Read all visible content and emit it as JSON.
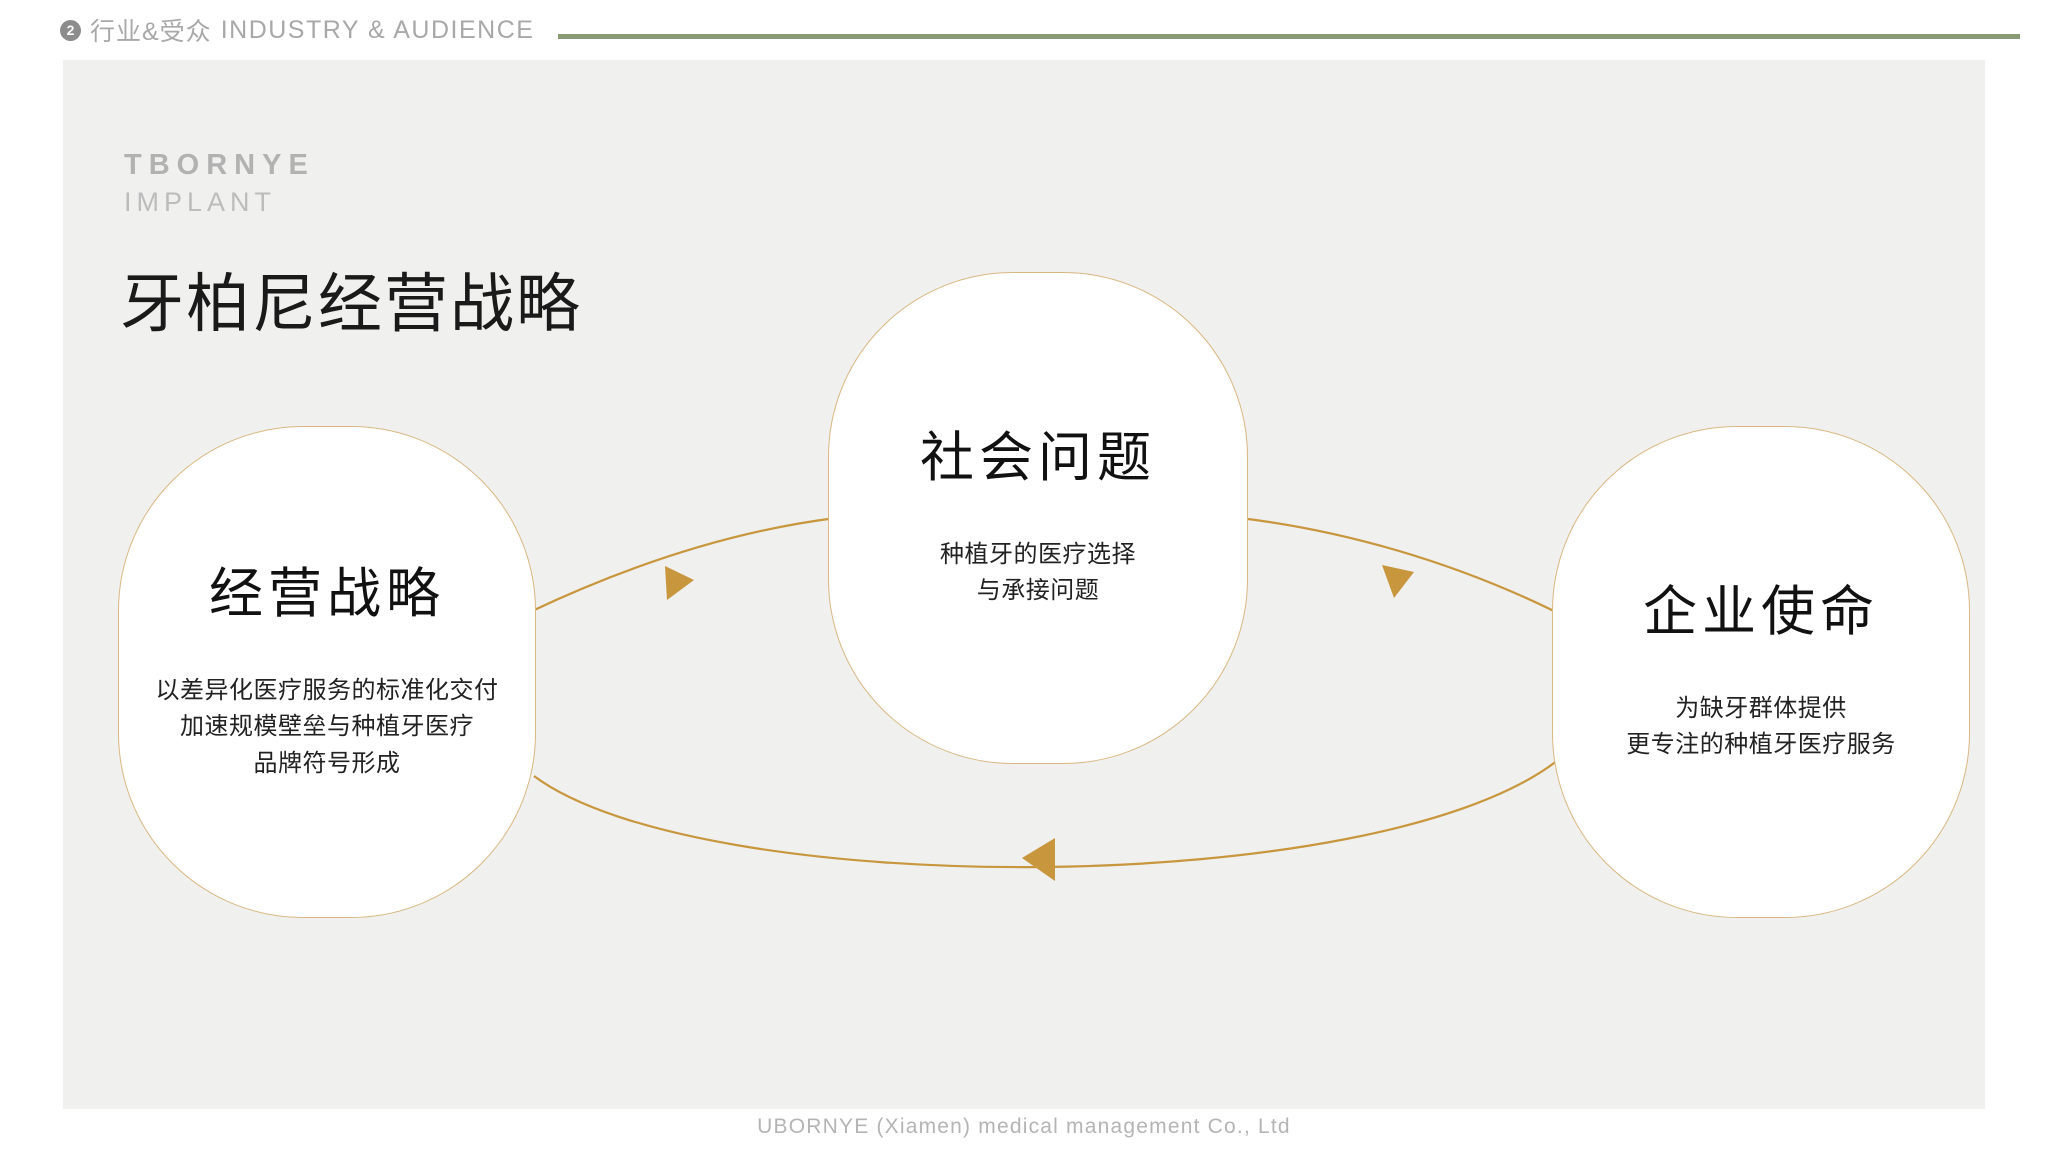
{
  "header": {
    "badge": "2",
    "title_cn": "行业&受众",
    "title_en": "INDUSTRY & AUDIENCE",
    "rule_color": "#879a74"
  },
  "brand": {
    "name": "TBORNYE",
    "sub": "IMPLANT"
  },
  "page_title": "牙柏尼经营战略",
  "diagram": {
    "accent_color": "#c8963c",
    "card_border_color": "#d9b882",
    "cards": [
      {
        "id": "business-strategy",
        "title": "经营战略",
        "lines": [
          "以差异化医疗服务的标准化交付",
          "加速规模壁垒与种植牙医疗",
          "品牌符号形成"
        ]
      },
      {
        "id": "social-problem",
        "title": "社会问题",
        "lines": [
          "种植牙的医疗选择",
          "与承接问题"
        ]
      },
      {
        "id": "corporate-mission",
        "title": "企业使命",
        "lines": [
          "为缺牙群体提供",
          "更专注的种植牙医疗服务"
        ]
      }
    ],
    "connectors": [
      {
        "id": "left-to-center",
        "direction": "right"
      },
      {
        "id": "center-to-right",
        "direction": "right"
      },
      {
        "id": "right-to-left",
        "direction": "left"
      }
    ]
  },
  "footer": "UBORNYE (Xiamen) medical management Co., Ltd"
}
